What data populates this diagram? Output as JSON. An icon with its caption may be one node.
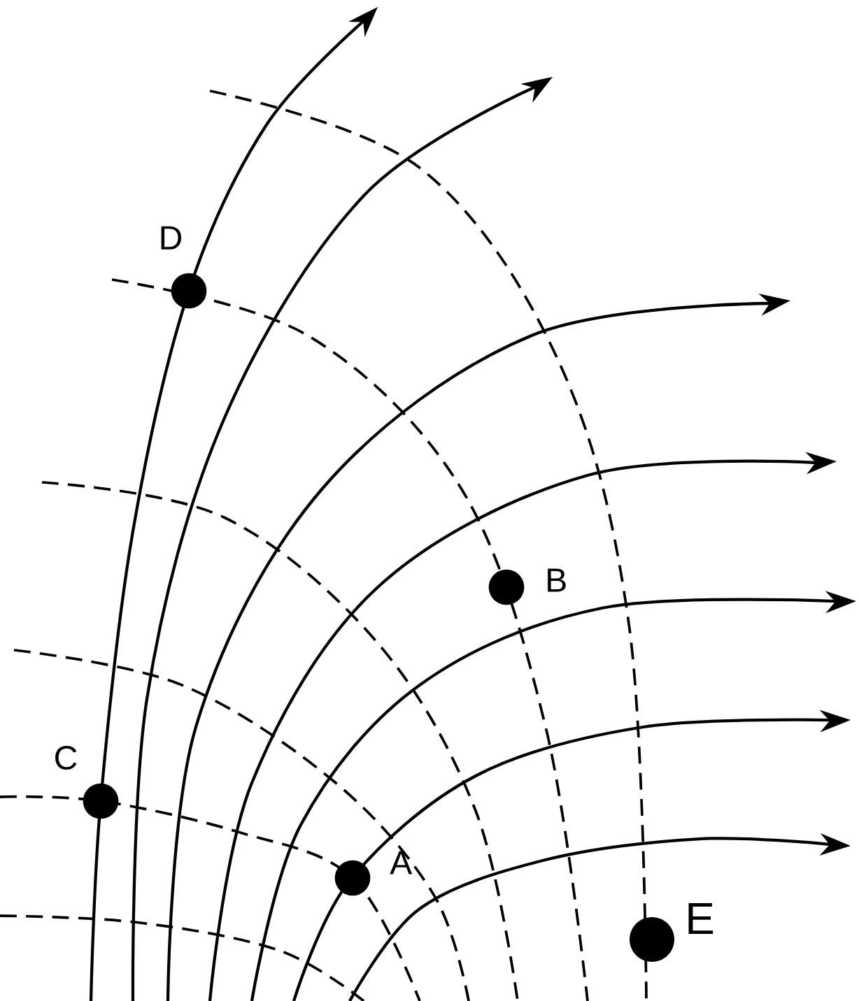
{
  "diagram": {
    "nodes": [
      {
        "text": [],
        "shape": "circle",
        "beside": [
          "D"
        ]
      },
      {
        "text": [],
        "shape": "circle",
        "beside": [
          "B"
        ]
      },
      {
        "text": [],
        "shape": "circle",
        "beside": [
          "C"
        ]
      },
      {
        "text": [],
        "shape": "circle",
        "beside": [
          "A"
        ]
      },
      {
        "text": [],
        "shape": "circle",
        "beside": [
          "E"
        ]
      }
    ]
  }
}
